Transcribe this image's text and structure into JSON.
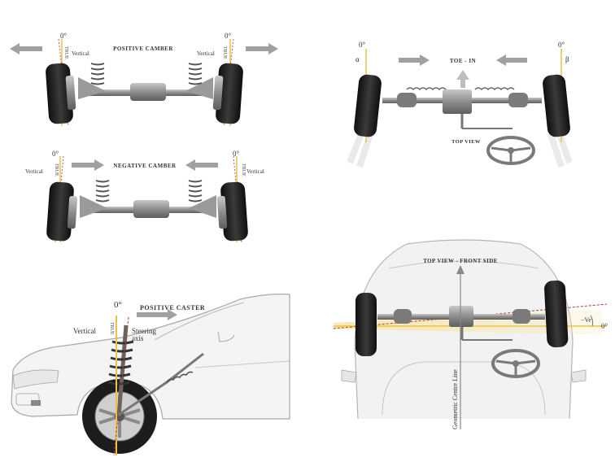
{
  "panels": {
    "positive_camber": {
      "title": "POSITIVE CAMBER",
      "left_angle": "0°",
      "right_angle": "0°",
      "left_vertical": "Vertical",
      "right_vertical": "Vertical",
      "true_label": "TRUE"
    },
    "negative_camber": {
      "title": "NEGATIVE CAMBER",
      "left_angle": "0°",
      "right_angle": "0°",
      "left_vertical": "Vertical",
      "right_vertical": "Vertical",
      "true_label": "TRUE"
    },
    "toe_in": {
      "title": "TOE - IN",
      "left_angle": "0°",
      "right_angle": "0°",
      "alpha": "α",
      "beta": "β",
      "view": "TOP VIEW"
    },
    "positive_caster": {
      "title": "POSITIVE CASTER",
      "angle": "0°",
      "vertical": "Vertical",
      "true_label": "TRUE",
      "steering_1": "Steering",
      "steering_2": "axis"
    },
    "front_side": {
      "title": "TOP VIEW - FRONT SIDE",
      "centre_line": "Geometric Centre Line",
      "ve": "−Ve",
      "angle": "0°"
    }
  },
  "colors": {
    "tire": "#1c1c1c",
    "arrow": "#9a9a9a",
    "true_line": "#e8c34a",
    "red_dash": "#c0392b",
    "mech": "#8a8a8a"
  }
}
